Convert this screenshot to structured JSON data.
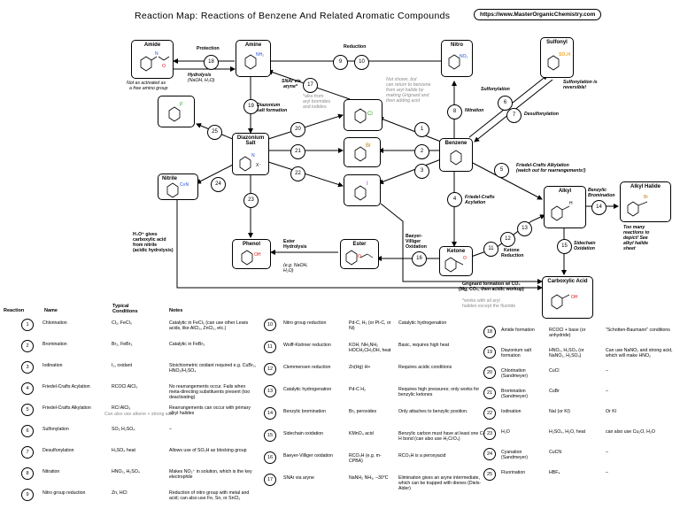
{
  "title": "Reaction Map: Reactions of Benzene And Related Aromatic Compounds",
  "url": "https://www.MasterOrganicChemistry.com",
  "compounds": {
    "amide": "Amide",
    "amine": "Amine",
    "nitro": "Nitro",
    "sulfonyl": "Sulfonyl",
    "diazonium": "Diazonium Salt",
    "benzene": "Benzene",
    "nitrile": "Nitrile",
    "phenol": "Phenol",
    "ester": "Ester",
    "ketone": "Ketone",
    "alkyl": "Alkyl",
    "alkyl_halide": "Alkyl Halide",
    "carboxylic_acid": "Carboxylic Acid"
  },
  "atoms": {
    "amine_group": "NH₂",
    "nitro_group": "NO₂",
    "sulfonyl_group": "SO₃H",
    "fluoro": "F",
    "chloro": "Cl",
    "bromo": "Br",
    "iodo": "I",
    "diaz_n": "N",
    "diaz_x": "X⁻",
    "nitrile_group": "C≡N",
    "hydroxyl": "OH",
    "ester_o": "O",
    "ketone_o": "O",
    "acid_oh": "OH",
    "alkyl_h": "H",
    "halide_br": "Br",
    "amide_n": "N",
    "amide_o": "O"
  },
  "labels": {
    "protection": "Protection",
    "reduction": "Reduction",
    "hydrolysis": "Hydrolysis",
    "hydrolysis_cond": "(NaOH, H₂O)",
    "amide_note1": "Not as activated as",
    "amide_note2": "a free amino group",
    "snar_aryne": "SNAr via",
    "snar_aryne2": "aryne*",
    "also_from1": "*also from",
    "also_from2": "aryl bromides",
    "also_from3": "and iodides",
    "not_shown1": "Not shown, but",
    "not_shown2": "can return to benzene",
    "not_shown3": "from aryl halide by",
    "not_shown4": "making Grignard and",
    "not_shown5": "then adding acid",
    "nitration": "Nitration",
    "sulfonylation": "Sulfonylation",
    "desulfonylation": "Desulfonylation",
    "sulfonylation_rev1": "Sulfonylation is",
    "sulfonylation_rev2": "reversible!",
    "diazonium_formation1": "Diazonium",
    "diazonium_formation2": "salt formation",
    "fc_acylation1": "Friedel-Crafts",
    "fc_acylation2": "Acylation",
    "fc_alkylation1": "Friedel-Crafts Alkylation",
    "fc_alkylation2": "(watch out for rearrangements!)",
    "benzylic_brom1": "Benzylic",
    "benzylic_brom2": "Bromination",
    "too_many1": "Too many",
    "too_many2": "reactions to",
    "too_many3": "depict! See",
    "too_many4": "alkyl halide",
    "too_many5": "sheet",
    "sidechain1": "Sidechain",
    "sidechain2": "Oxidation",
    "ketone_red1": "Ketone",
    "ketone_red2": "Reduction",
    "bv1": "Baeyer-",
    "bv2": "Villiger",
    "bv3": "Oxidation",
    "ester_hydro1": "Ester",
    "ester_hydro2": "Hydrolysis",
    "ester_hydro3": "(e.g. NaOH,",
    "ester_hydro4": "H₂O)",
    "h3o1": "H₃O⁺ gives",
    "h3o2": "carboxylic acid",
    "h3o3": "from nitrile",
    "h3o4": "(acidic hydrolysis)",
    "grignard1": "Grignard formation w/ CO₂",
    "grignard2": "(Mg, CO₂, then acidic workup)",
    "works_all1": "*works with all aryl",
    "works_all2": "halides except the fluoride"
  },
  "steps": [
    "1",
    "2",
    "3",
    "4",
    "5",
    "6",
    "7",
    "8",
    "9",
    "10",
    "11",
    "12",
    "13",
    "14",
    "15",
    "16",
    "17",
    "18",
    "19",
    "20",
    "21",
    "22",
    "23",
    "24",
    "25"
  ],
  "table_headers": {
    "reaction": "Reaction",
    "name": "Name",
    "conditions": "Typical Conditions",
    "notes": "Notes"
  },
  "table_col1": [
    {
      "n": "1",
      "name": "Chlorination",
      "cond": "Cl₂, FeCl₃",
      "notes": "Catalytic in FeCl₃ (can use other Lewis acids, like AlCl₃, ZnCl₂, etc.)"
    },
    {
      "n": "2",
      "name": "Bromination",
      "cond": "Br₂, FeBr₃",
      "notes": "Catalytic in FeBr₃"
    },
    {
      "n": "3",
      "name": "Iodination",
      "cond": "I₂, oxidant",
      "notes": "Stoichiometric oxidant required e.g. CuBr₂, HNO₃/H₂SO₄"
    },
    {
      "n": "4",
      "name": "Friedel-Crafts Acylation",
      "cond": "RCOCl  AlCl₃",
      "notes": "No rearrangements occur. Fails when meta-directing substituents present (too deactivating)"
    },
    {
      "n": "5",
      "name": "Friedel-Crafts Alkylation",
      "cond": "RCl  AlCl₃",
      "notes": "Rearrangements can occur with primary alkyl halides"
    },
    {
      "n": "6",
      "name": "Sulfonylation",
      "cond": "SO₃  H₂SO₄",
      "notes": "–"
    },
    {
      "n": "7",
      "name": "Desulfonylation",
      "cond": "H₂SO₄ heat",
      "notes": "Allows use of SO₃H as blocking group"
    },
    {
      "n": "8",
      "name": "Nitration",
      "cond": "HNO₃, H₂SO₄",
      "notes": "Makes NO₂⁺ in solution, which is the key electrophile"
    },
    {
      "n": "9",
      "name": "Nitro group reduction",
      "cond": "Zn, HCl",
      "notes": "Reduction of nitro group with metal and acid; can also use Fe, Sn, or SnCl₂"
    }
  ],
  "table_alkyl_note": "Can also use alkene + strong acid",
  "table_col2": [
    {
      "n": "10",
      "name": "Nitro group reduction",
      "cond": "Pd-C, H₂ (or Pt-C, or Ni)",
      "notes": "Catalytic hydrogenation"
    },
    {
      "n": "11",
      "name": "Wolff-Kishner reduction",
      "cond": "KOH, NH₂NH₂ HOCH₂CH₂OH, heat",
      "notes": "Basic, requires high heat"
    },
    {
      "n": "12",
      "name": "Clemmensen reduction",
      "cond": "Zn(Hg) H+",
      "notes": "Requires acidic conditions"
    },
    {
      "n": "13",
      "name": "Catalytic hydrogenation",
      "cond": "Pd-C H₂",
      "notes": "Requires high pressures; only works for benzylic ketones"
    },
    {
      "n": "14",
      "name": "Benzylic bromination",
      "cond": "Br₂ peroxides",
      "notes": "Only attaches to benzylic position."
    },
    {
      "n": "15",
      "name": "Sidechain oxidation",
      "cond": "KMnO₄ acid",
      "notes": "Benzylic carbon must have at least one C–H bond (can also use H₂CrO₄)"
    },
    {
      "n": "16",
      "name": "Baeyer-Villiger oxidation",
      "cond": "RCO₃H (e.g. m-CPBA)",
      "notes": "RCO₃H is a peroxyacid"
    },
    {
      "n": "17",
      "name": "SNAr via aryne",
      "cond": "NaNH₂ NH₃, –30°C",
      "notes": "Elimination gives an aryne intermediate, which can be trapped with dienes (Diels-Alder)"
    }
  ],
  "table_col3": [
    {
      "n": "18",
      "name": "Amide formation",
      "cond": "RCOCl + base (or anhydride)",
      "notes": "\"Schotten-Baumann\" conditions"
    },
    {
      "n": "19",
      "name": "Diazonium salt formation",
      "cond": "HNO₂, H₂SO₄ (or NaNO₂, H₂SO₄)",
      "notes": "Can use NaNO₂ and strong acid, which will make HNO₂"
    },
    {
      "n": "20",
      "name": "Chlorination (Sandmeyer)",
      "cond": "CuCl",
      "notes": "–"
    },
    {
      "n": "21",
      "name": "Bromination (Sandmeyer)",
      "cond": "CuBr",
      "notes": "–"
    },
    {
      "n": "22",
      "name": "Iodination",
      "cond": "NaI (or KI)",
      "notes": "Or KI"
    },
    {
      "n": "23",
      "name": "H₂O",
      "cond": "H₂SO₄, H₂O, heat",
      "notes": "can also use Cu₂O, H₂O"
    },
    {
      "n": "24",
      "name": "Cyanation (Sandmeyer)",
      "cond": "CuCN",
      "notes": "–"
    },
    {
      "n": "25",
      "name": "Fluorination",
      "cond": "HBF₄",
      "notes": "–"
    }
  ],
  "colors": {
    "orange": "#f5a623",
    "green": "#2ca02c",
    "lightgreen": "#3fbf3f",
    "purple": "#9c27b0",
    "gray": "#8a8a8a"
  }
}
